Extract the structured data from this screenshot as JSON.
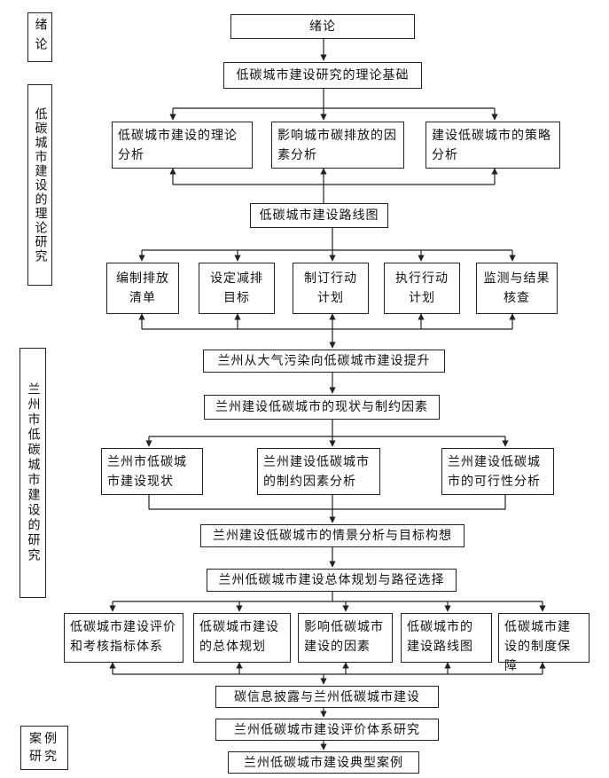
{
  "side_labels": {
    "intro": "绪论",
    "theory": "低碳城市建设的理论研究",
    "lanzhou": "兰州市低碳城市建设的研究",
    "case": "案例研究"
  },
  "boxes": {
    "intro": "绪论",
    "theory_basis": "低碳城市建设研究的理论基础",
    "theory_analysis": "低碳城市建设的理论分析",
    "factor_analysis": "影响城市碳排放的因素分析",
    "strategy_analysis": "建设低碳城市的策略分析",
    "roadmap": "低碳城市建设路线图",
    "emission_list": "编制排放清单",
    "reduction_target": "设定减排目标",
    "action_plan": "制订行动计划",
    "execute_plan": "执行行动计划",
    "monitor_verify": "监测与结果核查",
    "lanzhou_upgrade": "兰州从大气污染向低碳城市建设提升",
    "status_constraints": "兰州建设低碳城市的现状与制约因素",
    "lz_status": "兰州市低碳城市建设现状",
    "lz_constraints": "兰州建设低碳城市的制约因素分析",
    "lz_feasibility": "兰州建设低碳城市的可行性分析",
    "scenario": "兰州建设低碳城市的情景分析与目标构想",
    "planning": "兰州低碳城市建设总体规划与路径选择",
    "eval_system": "低碳城市建设评价和考核指标体系",
    "overall_plan": "低碳城市建设的总体规划",
    "influence": "影响低碳城市建设的因素",
    "route_map": "低碳城市的建设路线图",
    "institution": "低碳城市建设的制度保障",
    "carbon_disclosure": "碳信息披露与兰州低碳城市建设",
    "eval_research": "兰州低碳城市建设评价体系研究",
    "typical_case": "兰州低碳城市建设典型案例"
  }
}
